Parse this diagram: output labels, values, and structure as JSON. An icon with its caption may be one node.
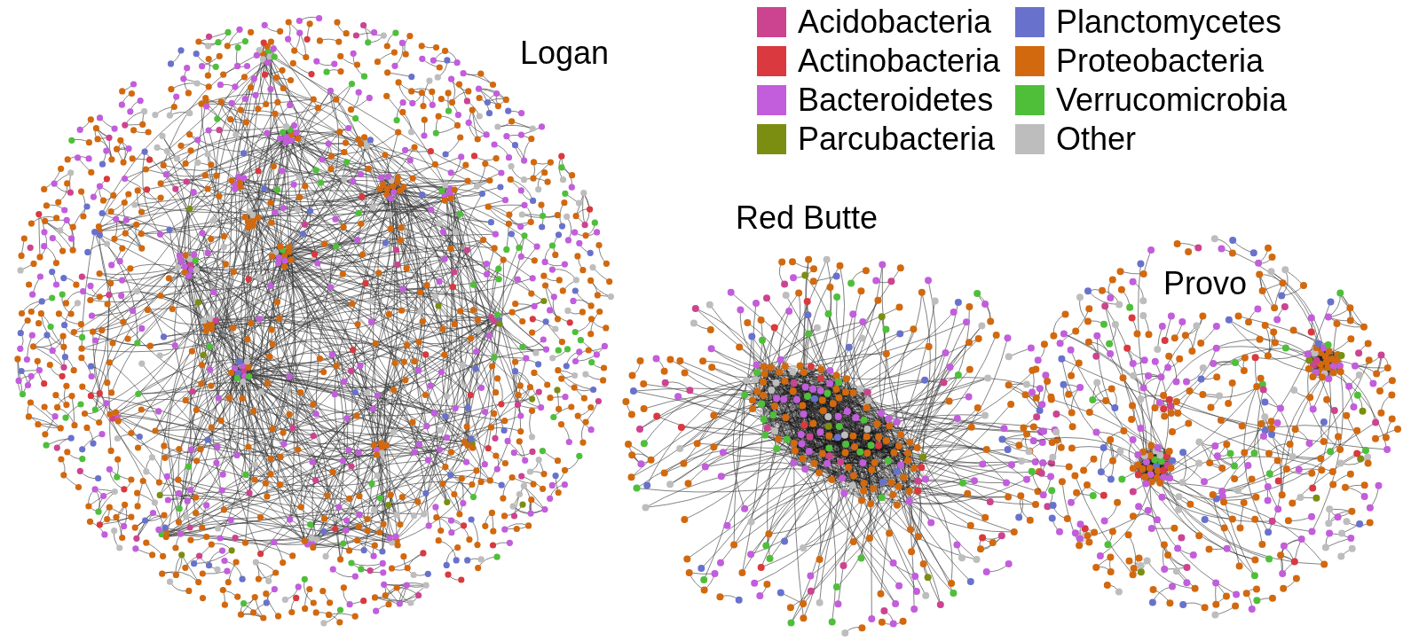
{
  "diagram": {
    "labels": [
      "Logan",
      "Red Butte",
      "Provo"
    ],
    "legend": [
      {
        "text": "Acidobacteria",
        "color": "#cc4490"
      },
      {
        "text": "Actinobacteria",
        "color": "#d9393f"
      },
      {
        "text": "Bacteroidetes",
        "color": "#c25ddc"
      },
      {
        "text": "Parcubacteria",
        "color": "#7b8e12"
      },
      {
        "text": "Planctomycetes",
        "color": "#6872cc"
      },
      {
        "text": "Proteobacteria",
        "color": "#d2690f"
      },
      {
        "text": "Verrucomicrobia",
        "color": "#4fbf3a"
      },
      {
        "text": "Other",
        "color": "#bdbdbd"
      }
    ]
  }
}
